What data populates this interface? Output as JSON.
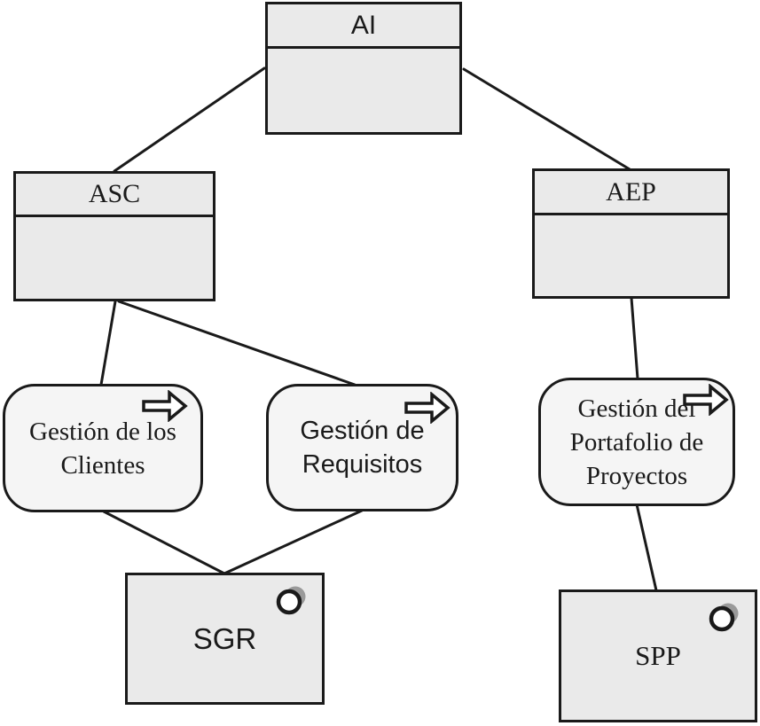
{
  "colors": {
    "background": "#ffffff",
    "class_fill": "#eaeaea",
    "process_fill": "#f5f5f5",
    "border": "#1a1a1a",
    "icon_shadow": "#9a9a9a"
  },
  "diagram": {
    "type": "uml-structure-diagram",
    "nodes": {
      "ai": {
        "label": "AI",
        "shape": "class-box"
      },
      "asc": {
        "label": "ASC",
        "shape": "class-box"
      },
      "aep": {
        "label": "AEP",
        "shape": "class-box"
      },
      "gestion_clientes": {
        "label": "Gestión de los Clientes",
        "lines": [
          "Gestión de los",
          "Clientes"
        ],
        "shape": "rounded-process",
        "icon": "block-arrow-right-icon"
      },
      "gestion_requisitos": {
        "label": "Gestión de Requisitos",
        "lines": [
          "Gestión de",
          "Requisitos"
        ],
        "shape": "rounded-process",
        "icon": "block-arrow-right-icon"
      },
      "gestion_portafolio": {
        "label": "Gestión del Portafolio de Proyectos",
        "lines": [
          "Gestión del",
          "Portafolio de",
          "Proyectos"
        ],
        "shape": "rounded-process",
        "icon": "block-arrow-right-icon"
      },
      "sgr": {
        "label": "SGR",
        "shape": "system-box",
        "icon": "interface-circle-icon"
      },
      "spp": {
        "label": "SPP",
        "shape": "system-box",
        "icon": "interface-circle-icon"
      }
    },
    "edges": [
      {
        "from": "AI",
        "to": "ASC"
      },
      {
        "from": "AI",
        "to": "AEP"
      },
      {
        "from": "ASC",
        "to": "Gestión de los Clientes"
      },
      {
        "from": "ASC",
        "to": "Gestión de Requisitos"
      },
      {
        "from": "AEP",
        "to": "Gestión del Portafolio de Proyectos"
      },
      {
        "from": "Gestión de los Clientes",
        "to": "SGR"
      },
      {
        "from": "Gestión de Requisitos",
        "to": "SGR"
      },
      {
        "from": "Gestión del Portafolio de Proyectos",
        "to": "SPP"
      }
    ]
  }
}
